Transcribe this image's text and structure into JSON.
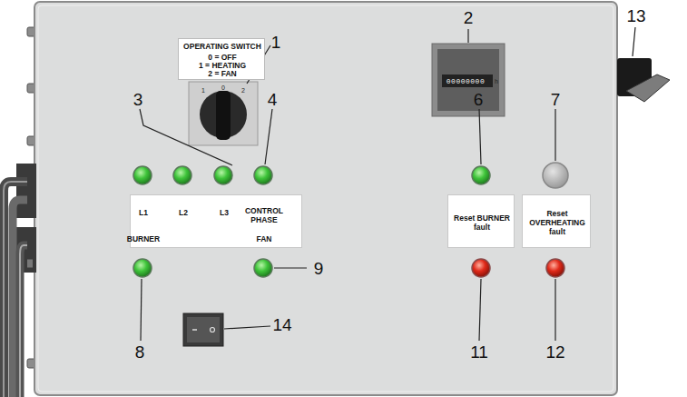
{
  "diagram": {
    "nodes": [
      {
        "text": [
          "OPERATING SWITCH",
          "0 = OFF",
          "1 = HEATING",
          "2 = FAN"
        ]
      },
      {
        "text": [
          "L1",
          "L2",
          "L3",
          "CONTROL PHASE",
          "BURNER",
          "FAN"
        ]
      },
      {
        "text": [
          "Reset BURNER fault"
        ]
      },
      {
        "text": [
          "Reset OVERHEATING fault"
        ]
      }
    ],
    "labels": [
      "1",
      "2",
      "3",
      "4",
      "6",
      "7",
      "8",
      "9",
      "11",
      "12",
      "13",
      "14",
      "1",
      "0",
      "2",
      "00000000",
      "h"
    ]
  }
}
